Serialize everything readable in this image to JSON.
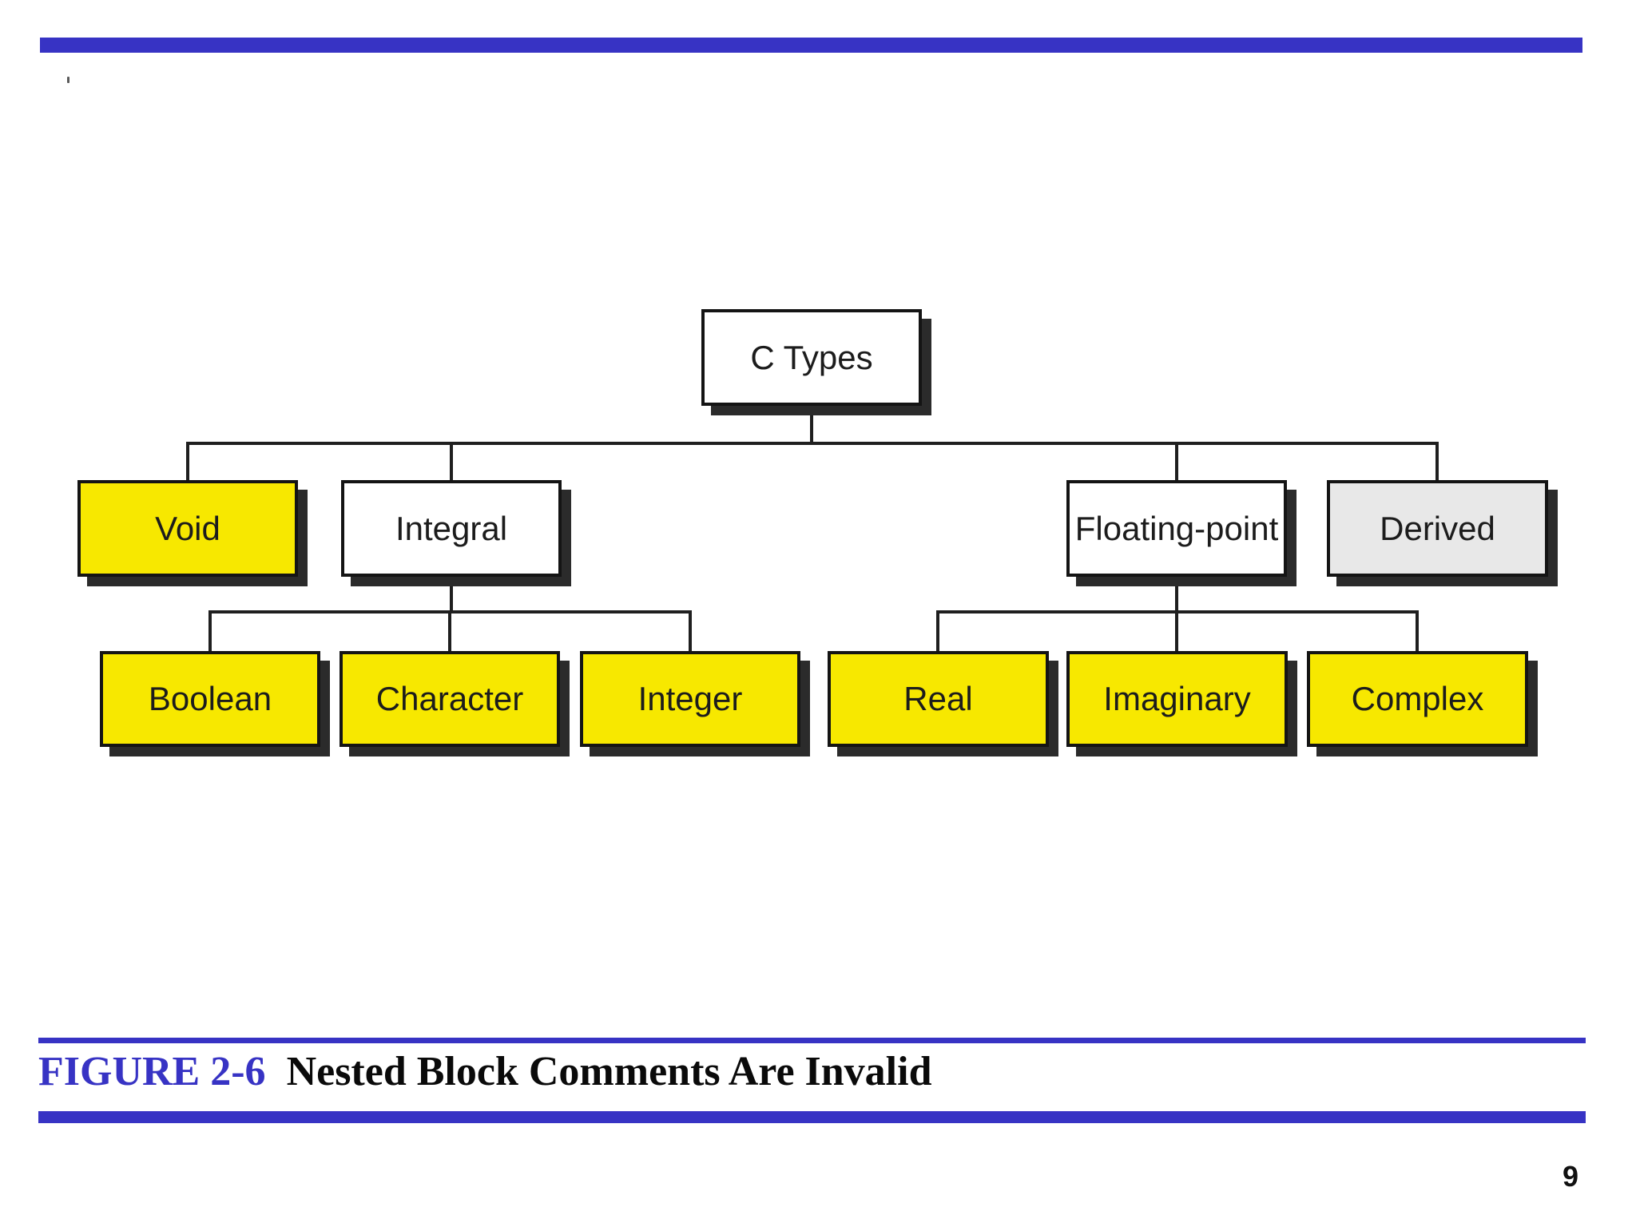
{
  "slide": {
    "page_number": "9"
  },
  "caption": {
    "figure_label": "FIGURE 2-6",
    "figure_title": "Nested Block Comments Are Invalid"
  },
  "colors": {
    "accent_blue": "#3733c4",
    "connector_black": "#1f1f1f",
    "shadow_dark": "#2b2b2b",
    "node_yellow": "#f7e800",
    "node_white": "#ffffff",
    "node_gray": "#e8e8e8",
    "text_dark": "#1c1c1c"
  },
  "diagram": {
    "description": "Tree diagram of C language types",
    "nodes": {
      "root": {
        "label": "C Types",
        "fill": "#ffffff"
      },
      "void": {
        "label": "Void",
        "fill": "#f7e800"
      },
      "integral": {
        "label": "Integral",
        "fill": "#ffffff"
      },
      "floating": {
        "label": "Floating-point",
        "fill": "#ffffff"
      },
      "derived": {
        "label": "Derived",
        "fill": "#e8e8e8"
      },
      "boolean": {
        "label": "Boolean",
        "fill": "#f7e800"
      },
      "character": {
        "label": "Character",
        "fill": "#f7e800"
      },
      "integer": {
        "label": "Integer",
        "fill": "#f7e800"
      },
      "real": {
        "label": "Real",
        "fill": "#f7e800"
      },
      "imaginary": {
        "label": "Imaginary",
        "fill": "#f7e800"
      },
      "complex": {
        "label": "Complex",
        "fill": "#f7e800"
      }
    },
    "structure": {
      "root": "C Types",
      "children_of_root": [
        "Void",
        "Integral",
        "Floating-point",
        "Derived"
      ],
      "children_of_integral": [
        "Boolean",
        "Character",
        "Integer"
      ],
      "children_of_floating_point": [
        "Real",
        "Imaginary",
        "Complex"
      ]
    }
  }
}
